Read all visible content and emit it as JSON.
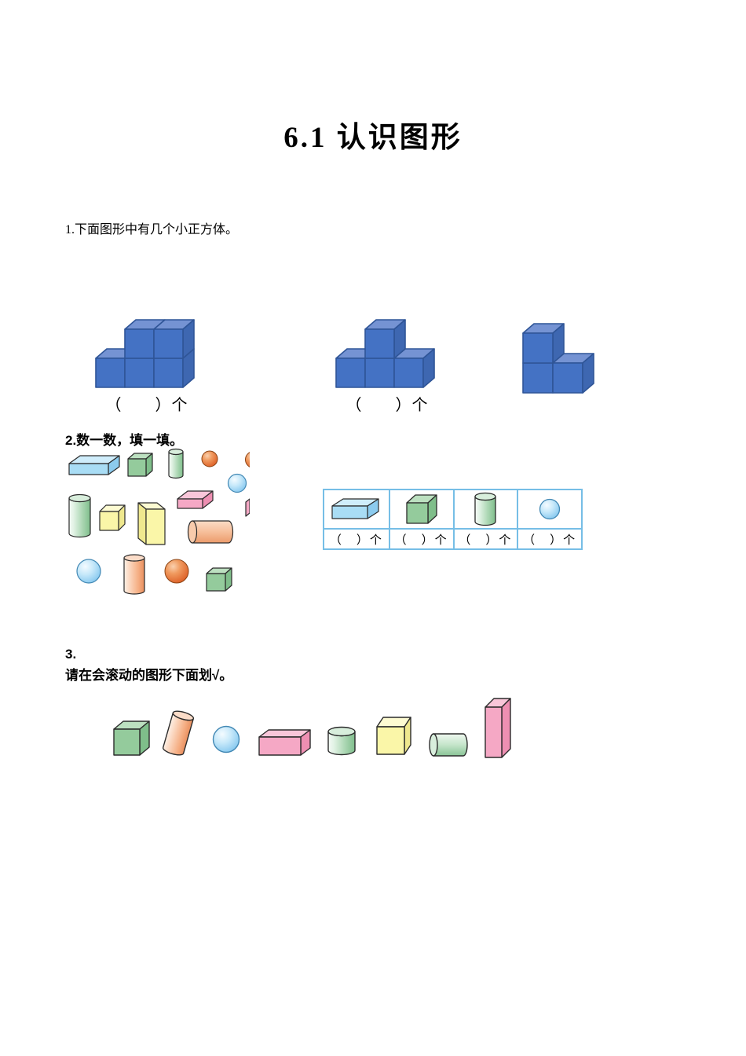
{
  "page": {
    "title": "6.1 认识图形"
  },
  "q1": {
    "prompt": "1.下面图形中有几个小正方体。",
    "figures": [
      {
        "shape": "cube-stack-step",
        "cube_count": 5,
        "count_label": "（　　）个"
      },
      {
        "shape": "cube-stack-pyramid",
        "cube_count": 4,
        "count_label": "（　　）个"
      },
      {
        "shape": "cube-stack-L",
        "cube_count": 3,
        "count_label": ""
      }
    ],
    "cube_color": "#4472C4"
  },
  "q2": {
    "prompt": "2.数一数，填一填。",
    "scattered_shapes": [
      "cuboid-blue",
      "cube-green",
      "cylinder-green-small",
      "sphere-orange",
      "sphere-orange-partial",
      "sphere-blue",
      "cylinder-green-large",
      "cube-yellow",
      "cuboid-yellow-tall",
      "cuboid-pink",
      "cuboid-pink-partial",
      "cylinder-salmon-horizontal",
      "sphere-blue-large",
      "cylinder-salmon-vertical",
      "sphere-orange-large",
      "cube-green-small"
    ],
    "table": {
      "columns": [
        {
          "shape": "cuboid",
          "count_label": "（　）个"
        },
        {
          "shape": "cube",
          "count_label": "（　）个"
        },
        {
          "shape": "cylinder",
          "count_label": "（　）个"
        },
        {
          "shape": "sphere",
          "count_label": "（　）个"
        }
      ],
      "border_color": "#76BEE6"
    }
  },
  "q3": {
    "number": "3.",
    "prompt": "请在会滚动的图形下面划√。",
    "shapes": [
      "cube-green",
      "cylinder-salmon-tilted",
      "sphere-blue",
      "cuboid-pink-long",
      "cylinder-green-short",
      "cube-yellow",
      "cylinder-green-horizontal",
      "cuboid-pink-tall"
    ]
  },
  "colors": {
    "q1_cube_front": "#4472C4",
    "q1_cube_top": "#7593D3",
    "q1_cube_side": "#3E67B1",
    "q1_cube_edge": "#2F5597",
    "table_border": "#76BEE6"
  }
}
